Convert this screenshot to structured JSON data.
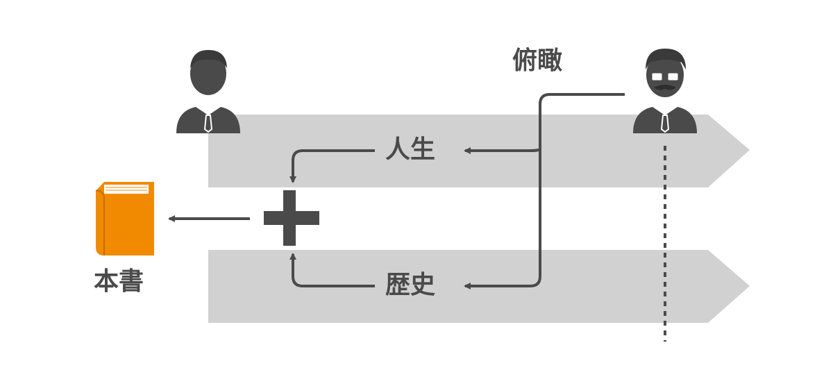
{
  "labels": {
    "overview": "俯瞰",
    "life": "人生",
    "history": "歴史",
    "book": "本書"
  },
  "colors": {
    "band": "#d1d1d1",
    "ink": "#4a4a4a",
    "book": "#f28a00"
  },
  "icons": {
    "person_left": "person-icon",
    "person_right": "person-with-glasses-mustache-icon",
    "book": "book-icon",
    "plus": "plus-icon"
  }
}
